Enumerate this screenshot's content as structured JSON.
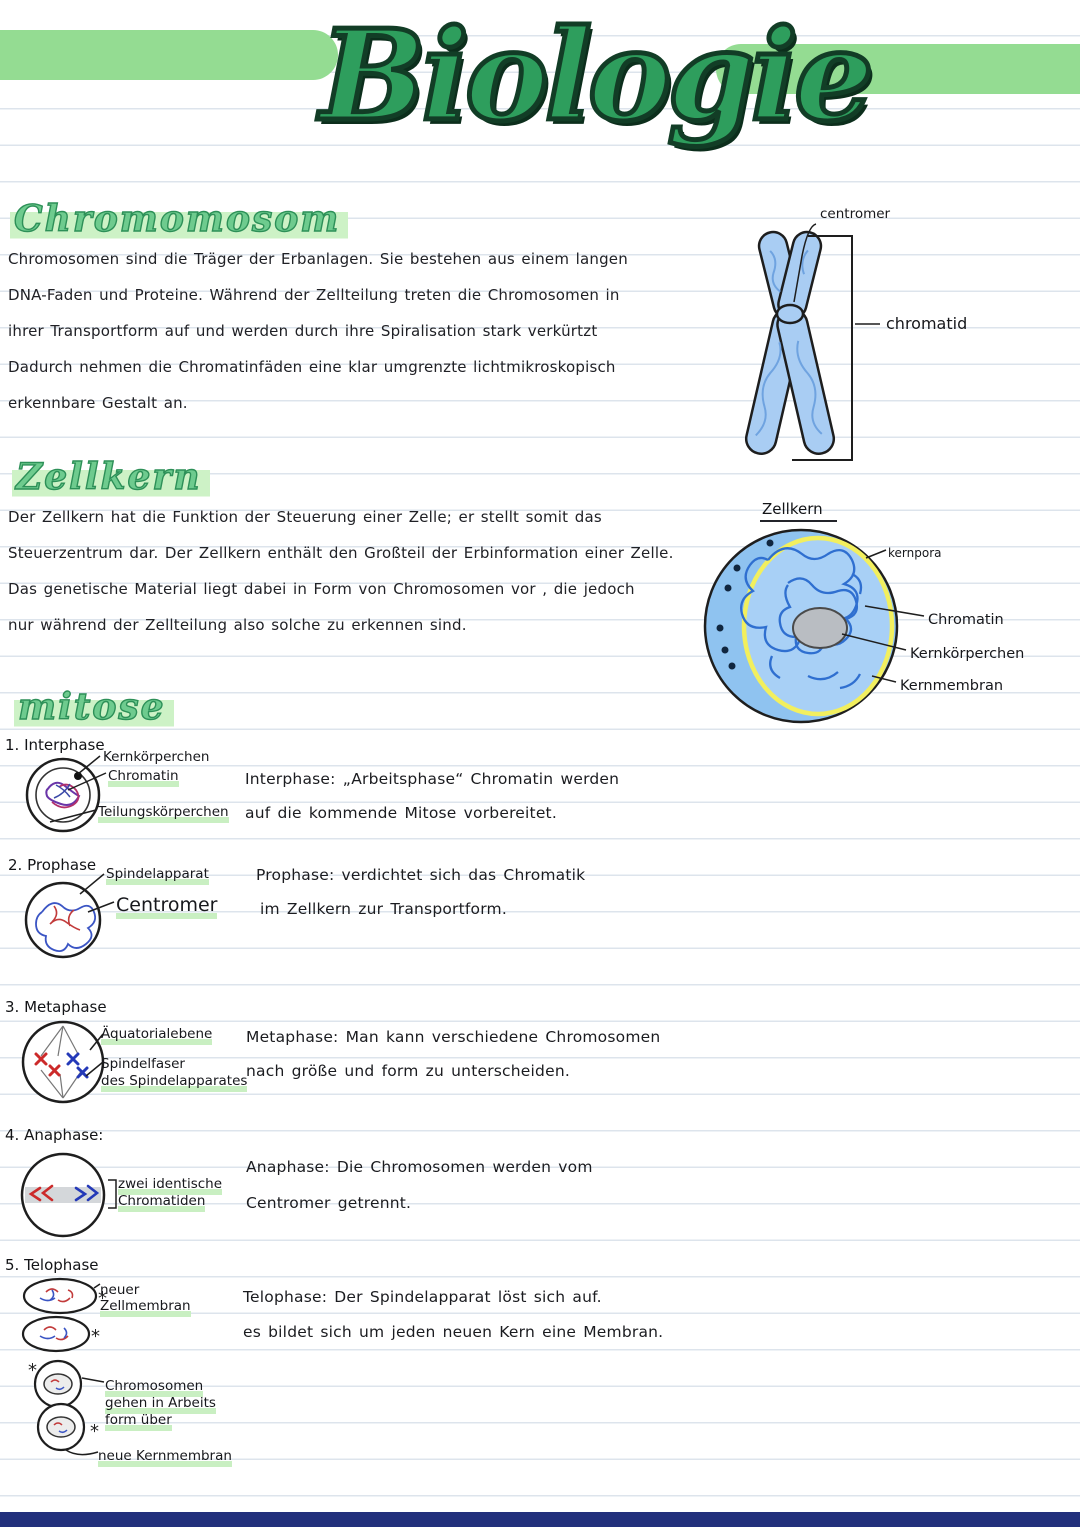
{
  "banner": {
    "title": "Biologie"
  },
  "chromosom": {
    "heading": "Chromomosom",
    "lines": [
      "Chromosomen sind die Träger der Erbanlagen. Sie bestehen aus einem langen",
      "DNA-Faden und Proteine. Während der Zellteilung treten die Chromosomen in",
      "ihrer Transportform auf und werden durch ihre Spiralisation stark verkürtzt",
      "Dadurch nehmen die Chromatinfäden eine klar umgrenzte lichtmikroskopisch",
      "erkennbare Gestalt an."
    ],
    "diagram": {
      "centromer": "centromer",
      "chromatid": "chromatid"
    }
  },
  "zellkern": {
    "heading": "Zellkern",
    "lines": [
      "Der Zellkern hat die Funktion der Steuerung einer Zelle; er stellt somit das",
      "Steuerzentrum dar. Der Zellkern enthält den Großteil der Erbinformation einer Zelle.",
      "Das genetische Material liegt dabei in Form von Chromosomen vor , die jedoch",
      "nur während der Zellteilung also solche zu erkennen sind."
    ],
    "diagram": {
      "title": "Zellkern",
      "kernpora": "kernpora",
      "chromatin": "Chromatin",
      "kernkoerperchen": "Kernkörperchen",
      "kernmembran": "Kernmembran"
    }
  },
  "mitose": {
    "heading": "mitose",
    "asterisk": "*",
    "phases": [
      {
        "title": "1. Interphase",
        "labels": [
          "Kernkörperchen",
          "Chromatin",
          "Teilungskörperchen"
        ],
        "desc": [
          "Interphase: „Arbeitsphase“ Chromatin werden",
          "auf die kommende Mitose vorbereitet."
        ]
      },
      {
        "title": "2. Prophase",
        "labels": [
          "Spindelapparat",
          "Centromer"
        ],
        "desc": [
          "Prophase: verdichtet sich das Chromatik",
          "im Zellkern zur Transportform."
        ]
      },
      {
        "title": "3. Metaphase",
        "labels": [
          "Äquatorialebene",
          "Spindelfaser",
          "des Spindelapparates"
        ],
        "desc": [
          "Metaphase: Man kann verschiedene Chromosomen",
          "nach größe und form zu unterscheiden."
        ]
      },
      {
        "title": "4. Anaphase:",
        "labels": [
          "zwei identische",
          "Chromatiden"
        ],
        "desc": [
          "Anaphase: Die Chromosomen werden vom",
          "Centromer getrennt."
        ]
      },
      {
        "title": "5. Telophase",
        "labels": [
          "neuer",
          "Zellmembran"
        ],
        "labels2": [
          "Chromosomen",
          "gehen in Arbeits",
          "form über",
          "neue Kernmembran"
        ],
        "desc": [
          "Telophase: Der Spindelapparat löst sich auf.",
          "es bildet sich um jeden neuen Kern eine Membran."
        ]
      }
    ]
  },
  "colors": {
    "banner_green": "#94dc92",
    "title_green": "#2e9e5d",
    "chromosome_blue": "#a9cdf3",
    "nucleus_blue": "#8fc3f0",
    "membrane_yellow": "#f2ef5e",
    "highlight_green": "#c9efc2",
    "bottom_bar_navy": "#22307c"
  }
}
